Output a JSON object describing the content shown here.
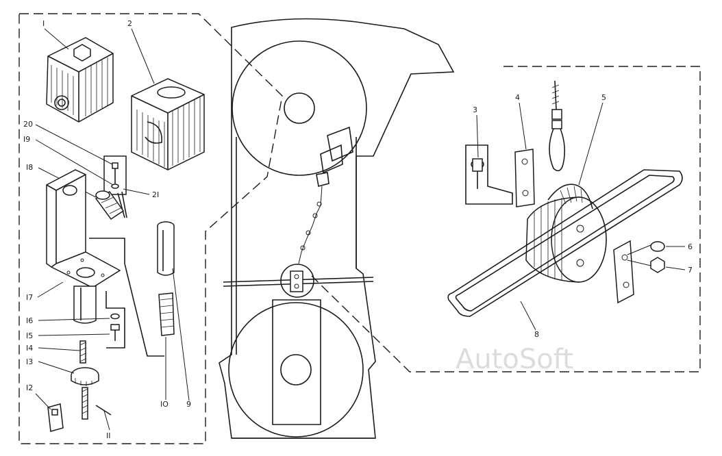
{
  "figure": {
    "watermark": "AutoSoft",
    "part_labels": {
      "p1": "I",
      "p2": "2",
      "p3": "3",
      "p4": "4",
      "p5": "5",
      "p6": "6",
      "p7": "7",
      "p8": "8",
      "p9": "9",
      "p10": "IO",
      "p11": "II",
      "p12": "I2",
      "p13": "I3",
      "p14": "I4",
      "p15": "I5",
      "p16": "I6",
      "p17": "I7",
      "p18": "I8",
      "p19": "I9",
      "p20": "20",
      "p21": "2I",
      "p6b": "6",
      "p8b": "8"
    }
  }
}
